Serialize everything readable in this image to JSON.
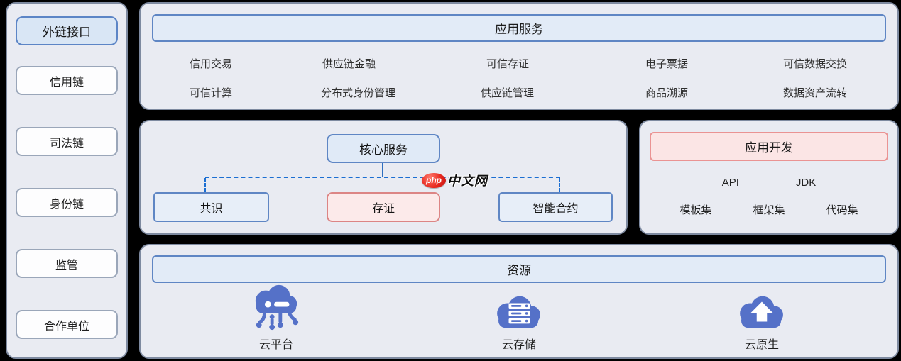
{
  "sidebar": {
    "header": "外链接口",
    "items": [
      "信用链",
      "司法链",
      "身份链",
      "监管",
      "合作单位"
    ]
  },
  "app_services": {
    "title": "应用服务",
    "row1": [
      "信用交易",
      "供应链金融",
      "可信存证",
      "电子票据",
      "可信数据交换"
    ],
    "row2": [
      "可信计算",
      "分布式身份管理",
      "供应链管理",
      "商品溯源",
      "数据资产流转"
    ]
  },
  "core_services": {
    "title": "核心服务",
    "children": [
      "共识",
      "存证",
      "智能合约"
    ]
  },
  "app_dev": {
    "title": "应用开发",
    "row1": [
      "API",
      "JDK"
    ],
    "row2": [
      "模板集",
      "框架集",
      "代码集"
    ]
  },
  "resources": {
    "title": "资源",
    "items": [
      {
        "label": "云平台",
        "icon": "cloud-platform-icon"
      },
      {
        "label": "云存储",
        "icon": "cloud-storage-icon"
      },
      {
        "label": "云原生",
        "icon": "cloud-native-icon"
      }
    ]
  },
  "watermark": {
    "badge": "php",
    "text": "中文网"
  },
  "colors": {
    "background": "#000000",
    "panel_fill": "#e9ebf2",
    "panel_border": "#7e8aa0",
    "blue_fill": "#e2ebf7",
    "blue_border": "#5f86c4",
    "pink_fill": "#fbe5e5",
    "pink_border": "#ea9393",
    "connector_blue": "#1b6ed2",
    "icon_blue": "#5571c8",
    "watermark_red": "#e8281e"
  }
}
